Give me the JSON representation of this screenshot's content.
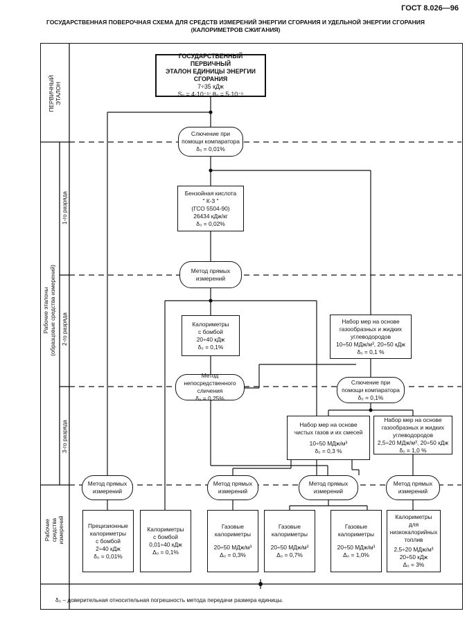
{
  "header": {
    "gost": "ГОСТ 8.026—96",
    "title_line1": "ГОСУДАРСТВЕННАЯ ПОВЕРОЧНАЯ СХЕМА ДЛЯ СРЕДСТВ ИЗМЕРЕНИЙ ЭНЕРГИИ СГОРАНИЯ И УДЕЛЬНОЙ ЭНЕРГИИ СГОРАНИЯ",
    "title_line2": "(КАЛОРИМЕТРОВ СЖИГАНИЯ)"
  },
  "side_labels": {
    "primary_l1": "ПЕРВИЧНЫЙ",
    "primary_l2": "ЭТАЛОН",
    "working_l1": "Рабочие эталоны",
    "working_l2": "(образцовые средства измерений)",
    "rank1": "1-го разряда",
    "rank2": "2-го разряда",
    "rank3": "3-го разряда",
    "means_l1": "Рабочие",
    "means_l2": "средства",
    "means_l3": "измерений"
  },
  "nodes": {
    "primary": {
      "l1": "ГОСУДАРСТВЕННЫЙ ПЕРВИЧНЫЙ",
      "l2": "ЭТАЛОН ЕДИНИЦЫ ЭНЕРГИИ",
      "l3": "СГОРАНИЯ",
      "l4": "7÷35 кДж",
      "l5": "S₀ = 4·10⁻⁵;   θ₀ = 5·10⁻⁵"
    },
    "comparator1": {
      "l1": "Слючение при",
      "l2": "помощи компаратора",
      "l3": "δ₀ = 0,01%"
    },
    "benzoic": {
      "l1": "Бензойная кислота",
      "l2": "\" К-3 \"",
      "l3": "(ГСО 5504-90)",
      "l4": "26434 кДж/кг",
      "l5": "δ₀ = 0,02%"
    },
    "direct1": {
      "l1": "Метод прямых",
      "l2": "измерений"
    },
    "bomb_cal": {
      "l1": "Калориметры",
      "l2": "с бомбой",
      "l3": "20÷40 кДж",
      "l4": "δ₀ = 0,1%"
    },
    "gas_liquid_set2": {
      "l1": "Набор мер на основе",
      "l2": "газообразных и жидких",
      "l3": "углеводородов",
      "l4": "10÷50 МДж/м³, 20÷50 кДж",
      "l5": "δ₀ = 0,1 %"
    },
    "direct_compare": {
      "l1": "Метод",
      "l2": "непосредственного",
      "l3": "сличения",
      "l4": "δ₀ = 0,25%"
    },
    "comparator2": {
      "l1": "Слючение при",
      "l2": "помощи компаратора",
      "l3": "δ₀ = 0,1%"
    },
    "pure_gas_set": {
      "l1": "Набор мер на основе",
      "l2": "чистых газов и их смесей",
      "l3": "10÷50 МДж/м³",
      "l4": "δ₀ = 0,3 %"
    },
    "gas_liquid_set3": {
      "l1": "Набор мер на основе",
      "l2": "газообразных и жидких",
      "l3": "углеводородов",
      "l4": "2,5÷20 МДж/м³, 20÷50 кДж",
      "l5": "δ₀ = 1,0 %"
    },
    "direct_a": {
      "l1": "Метод прямых",
      "l2": "измерений"
    },
    "direct_b": {
      "l1": "Метод прямых",
      "l2": "измерений"
    },
    "direct_c": {
      "l1": "Метод прямых",
      "l2": "измерений"
    },
    "direct_d": {
      "l1": "Метод прямых",
      "l2": "измерений"
    },
    "w1": {
      "l1": "Прецизионные",
      "l2": "калориметры",
      "l3": "с бомбой",
      "l4": "2÷40 кДж",
      "l5": "δ₀ = 0,01%"
    },
    "w2": {
      "l1": "Калориметры",
      "l2": "с бомбой",
      "l3": "0,01÷40 кДж",
      "l4": "Δ₀ = 0,1%"
    },
    "w3": {
      "l1": "Газовые",
      "l2": "калориметры",
      "l3": "20÷50 МДж/м³",
      "l4": "Δ₀ = 0,3%"
    },
    "w4": {
      "l1": "Газовые",
      "l2": "калориметры",
      "l3": "20÷50 МДж/м³",
      "l4": "Δ₀ = 0,7%"
    },
    "w5": {
      "l1": "Газовые",
      "l2": "калориметры",
      "l3": "20÷50 МДж/м³",
      "l4": "Δ₀ = 1,0%"
    },
    "w6": {
      "l1": "Калориметры",
      "l2": "для",
      "l3": "низкокалорийных",
      "l4": "топлив",
      "l5": "2,5÷20 МДж/м³",
      "l6": "20÷50 кДж",
      "l7": "Δ₀ = 3%"
    }
  },
  "footnote": "δ₀ – доверительная относительная погрешность метода передачи размера единицы."
}
